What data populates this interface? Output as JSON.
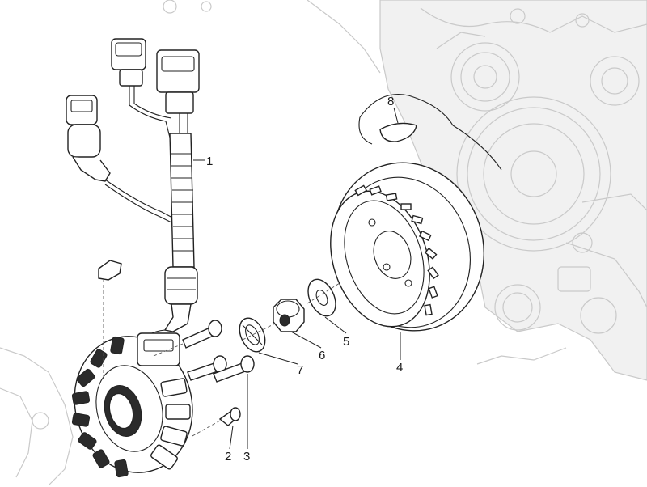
{
  "callouts": [
    "1",
    "2",
    "3",
    "4",
    "5",
    "6",
    "7",
    "8"
  ]
}
